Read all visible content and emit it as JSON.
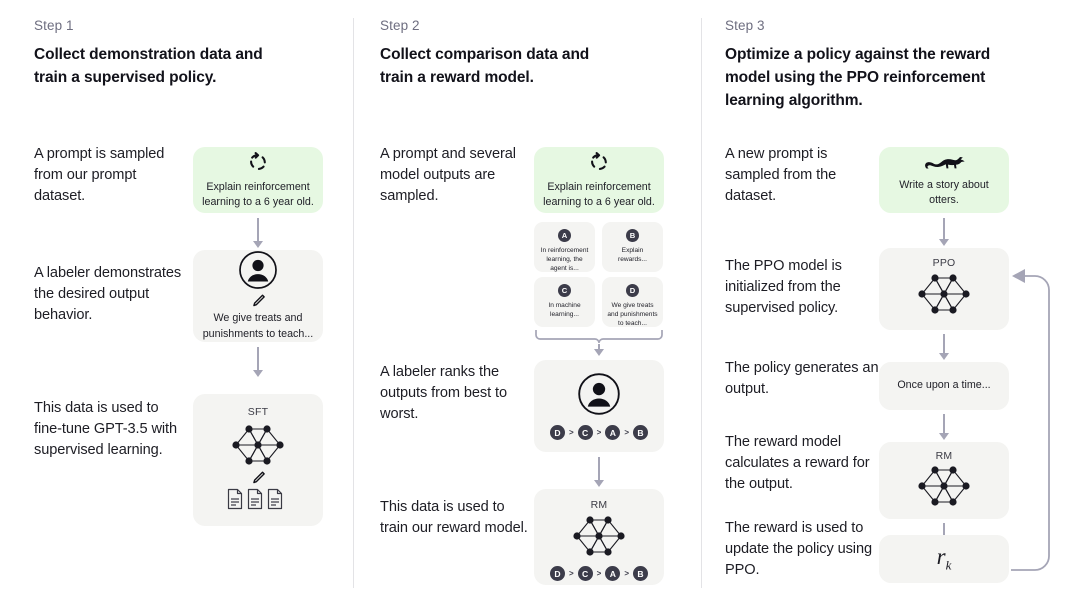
{
  "diagram": {
    "title": "RLHF three-step training process",
    "colors": {
      "prompt_card_bg": "#e6f8e2",
      "card_bg": "#f4f4f2",
      "badge_bg": "#3c3c4a",
      "arrow": "#a5a5b6",
      "divider": "#e3e3e6",
      "text": "#1d1d24",
      "muted_text": "#6e6e80"
    }
  },
  "steps": [
    {
      "label": "Step 1",
      "title": "Collect demonstration data and train a supervised policy.",
      "captions": [
        "A prompt is sampled from our prompt dataset.",
        "A labeler demonstrates the desired output behavior.",
        "This data is used to fine-tune GPT-3.5 with supervised learning."
      ],
      "cards": {
        "prompt": {
          "icon": "shuffle-icon",
          "text": "Explain reinforcement learning to a 6 year old."
        },
        "labeler": {
          "icon": "person-circle-icon",
          "pencil": "pencil-icon",
          "text": "We give treats and punishments to teach..."
        },
        "model": {
          "title": "SFT",
          "icon": "neural-network-icon",
          "pencil": "pencil-icon",
          "documents": "documents-icon"
        }
      }
    },
    {
      "label": "Step 2",
      "title": "Collect comparison data and train a reward model.",
      "captions": [
        "A prompt and several model outputs are sampled.",
        "A labeler ranks the outputs from best to worst.",
        "This data is used to train our reward model."
      ],
      "cards": {
        "prompt": {
          "icon": "shuffle-icon",
          "text": "Explain reinforcement learning to a 6 year old."
        },
        "outputs": [
          {
            "badge": "A",
            "text": "In reinforcement learning, the agent is..."
          },
          {
            "badge": "B",
            "text": "Explain rewards..."
          },
          {
            "badge": "C",
            "text": "In machine learning..."
          },
          {
            "badge": "D",
            "text": "We give treats and punishments to teach..."
          }
        ],
        "ranker": {
          "icon": "person-circle-icon",
          "ranking": [
            "D",
            "C",
            "A",
            "B"
          ],
          "separator": ">"
        },
        "reward_model": {
          "title": "RM",
          "icon": "neural-network-icon",
          "ranking": [
            "D",
            "C",
            "A",
            "B"
          ],
          "separator": ">"
        }
      }
    },
    {
      "label": "Step 3",
      "title": "Optimize a policy against the reward model using the PPO reinforcement learning algorithm.",
      "captions": [
        "A new prompt is sampled from the dataset.",
        "The PPO model is initialized from the supervised policy.",
        "The policy generates an output.",
        "The reward model calculates a reward for the output.",
        "The reward is used to update the policy using PPO."
      ],
      "cards": {
        "prompt": {
          "icon": "otter-icon",
          "text": "Write a story about otters."
        },
        "ppo": {
          "title": "PPO",
          "icon": "neural-network-icon"
        },
        "output": {
          "text": "Once upon a time..."
        },
        "reward_model": {
          "title": "RM",
          "icon": "neural-network-icon"
        },
        "reward": {
          "symbol": "r",
          "subscript": "k"
        }
      }
    }
  ]
}
